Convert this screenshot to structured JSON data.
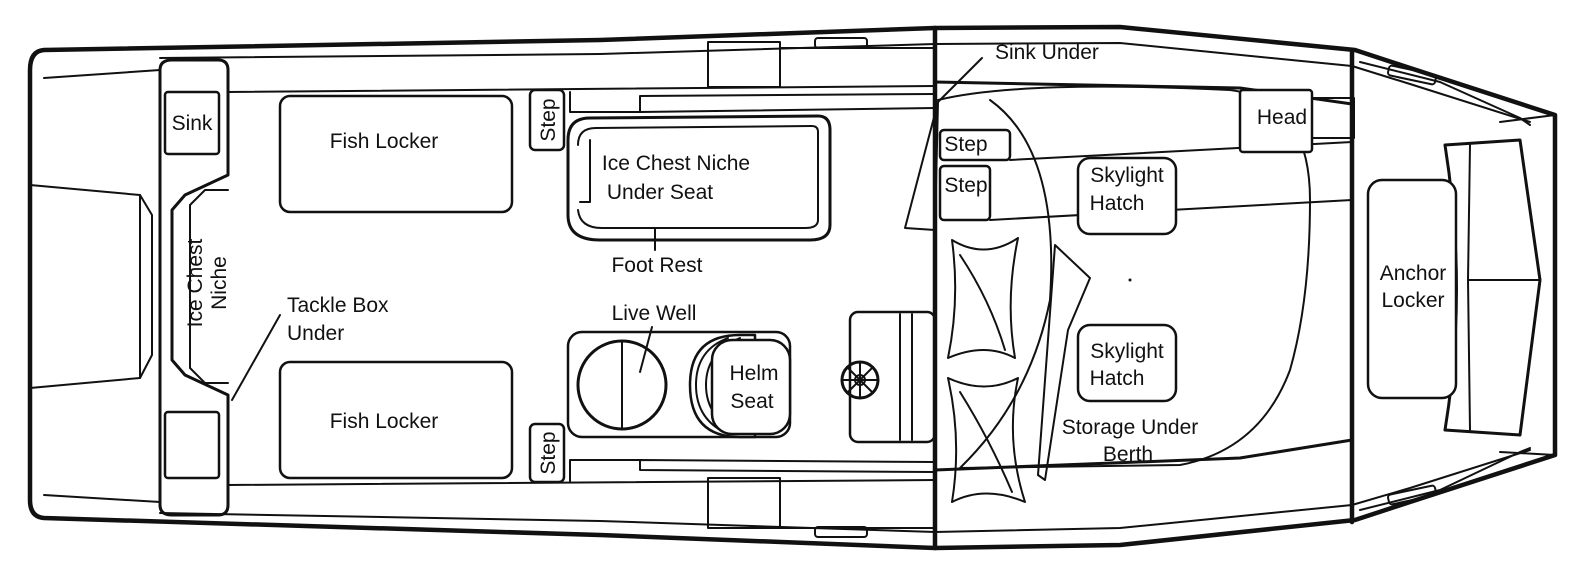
{
  "diagram": {
    "labels": {
      "sink": "Sink",
      "fish_locker_top": "Fish Locker",
      "fish_locker_bottom": "Fish Locker",
      "step_aft_top": "Step",
      "step_aft_bottom": "Step",
      "ice_chest_niche_seat_1": "Ice Chest Niche",
      "ice_chest_niche_seat_2": "Under Seat",
      "foot_rest": "Foot Rest",
      "ice_chest_1": "Ice Chest",
      "ice_chest_2": "Niche",
      "tackle_box_1": "Tackle Box",
      "tackle_box_2": "Under",
      "live_well": "Live Well",
      "helm_seat_1": "Helm",
      "helm_seat_2": "Seat",
      "sink_under": "Sink Under",
      "step_cabin_1": "Step",
      "step_cabin_2": "Step",
      "head": "Head",
      "skylight_top_1": "Skylight",
      "skylight_top_2": "Hatch",
      "skylight_bottom_1": "Skylight",
      "skylight_bottom_2": "Hatch",
      "storage_1": "Storage Under",
      "storage_2": "Berth",
      "anchor_1": "Anchor",
      "anchor_2": "Locker"
    },
    "colors": {
      "line": "#111111",
      "background": "#ffffff"
    }
  }
}
